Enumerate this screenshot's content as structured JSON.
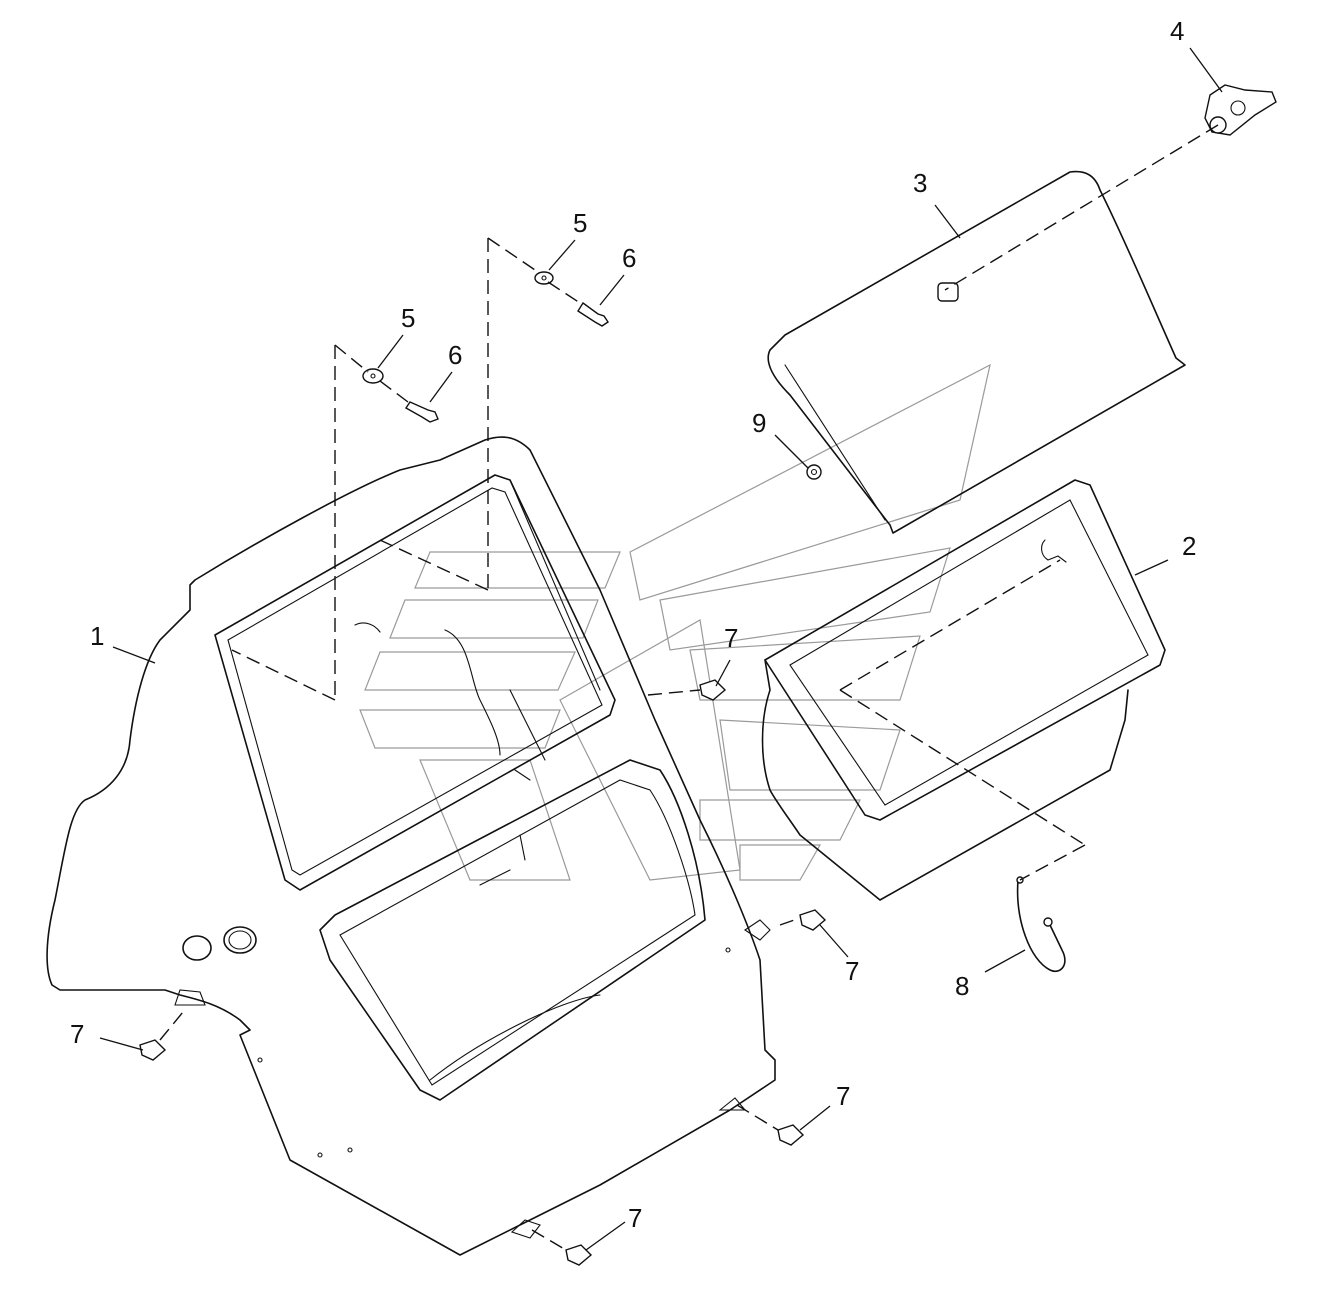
{
  "callouts": {
    "c1": "1",
    "c2": "2",
    "c3": "3",
    "c4": "4",
    "c5a": "5",
    "c5b": "5",
    "c6a": "6",
    "c6b": "6",
    "c7a": "7",
    "c7b": "7",
    "c7c": "7",
    "c7d": "7",
    "c7e": "7",
    "c8": "8",
    "c9": "9"
  }
}
